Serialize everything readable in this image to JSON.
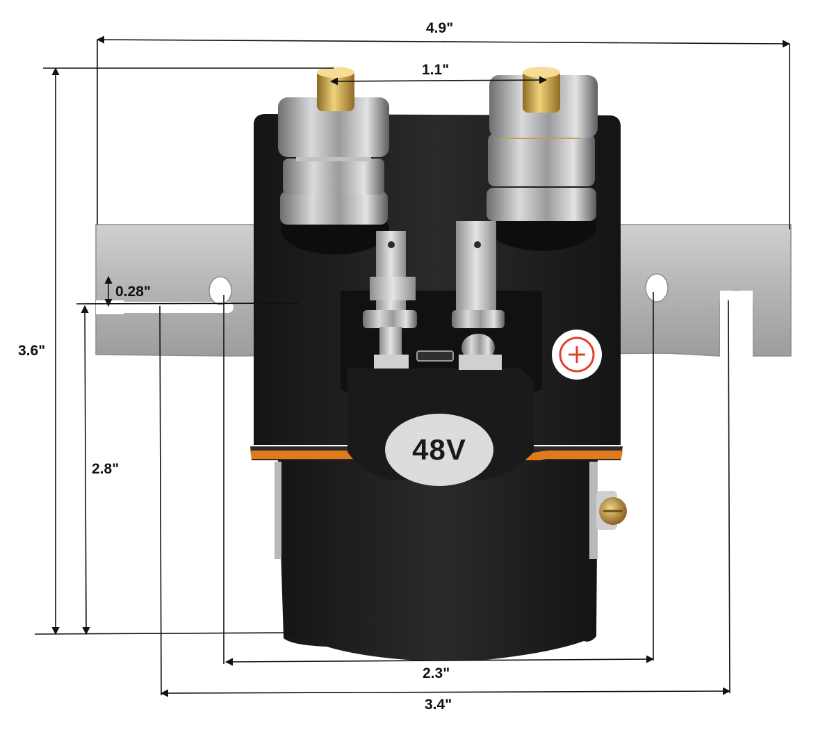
{
  "image": {
    "subject": "Solenoid",
    "badge_text": "48V",
    "polarity_marking": "+"
  },
  "dimensions": {
    "overall_width": "4.9\"",
    "terminal_spacing": "1.1\"",
    "overall_height": "3.6\"",
    "slot_offset": "0.28\"",
    "body_height": "2.8\"",
    "hole_spacing": "2.3\"",
    "slot_spacing": "3.4\""
  },
  "colors": {
    "body": "#1c1c1c",
    "bracket": "#b8b9bb",
    "orange_band": "#e07a1f",
    "brass": "#c9a24a",
    "label_bg": "#dcdcdc",
    "plus_marking": "#e0402a"
  }
}
